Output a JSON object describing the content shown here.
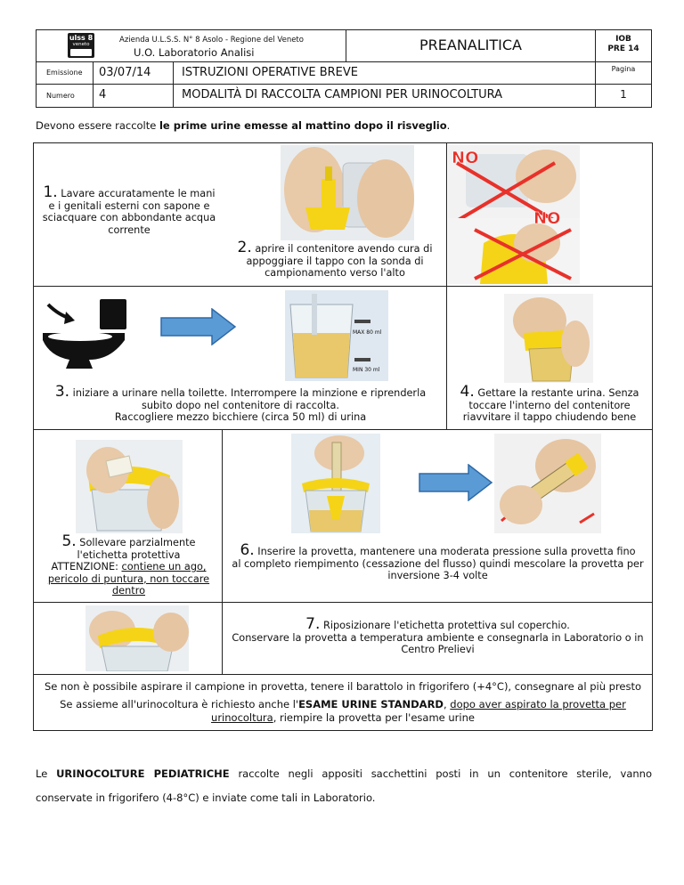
{
  "header": {
    "logo": {
      "line1": "ulss 8",
      "line2": "veneto"
    },
    "org": "Azienda U.L.S.S. N° 8   Asolo - Regione del Veneto",
    "unit": "U.O. Laboratorio Analisi",
    "title": "PREANALITICA",
    "code_line1": "IOB",
    "code_line2": "PRE 14",
    "emissione_label": "Emissione",
    "emissione_value": "03/07/14",
    "row1_text": "ISTRUZIONI OPERATIVE BREVE",
    "pagina_label": "Pagina",
    "numero_label": "Numero",
    "numero_value": "4",
    "row2_text": "MODALITÀ DI RACCOLTA CAMPIONI PER URINOCOLTURA",
    "page_number": "1"
  },
  "intro": {
    "prefix": "Devono essere raccolte ",
    "bold": "le prime urine emesse al mattino dopo il risveglio",
    "suffix": "."
  },
  "steps": {
    "s1": {
      "num": "1.",
      "first": " Lavare accuratamente le mani",
      "rest1": "e i genitali esterni con sapone e",
      "rest2": "sciacquare con abbondante acqua",
      "rest3": "corrente"
    },
    "s2": {
      "num": "2.",
      "first": " aprire il contenitore avendo cura di",
      "rest1": "appoggiare il tappo con la sonda di",
      "rest2": "campionamento verso l'alto"
    },
    "s3": {
      "num": "3.",
      "first": " iniziare a urinare nella toilette. Interrompere la minzione e riprenderla",
      "rest1": "subito dopo nel contenitore di raccolta.",
      "rest2": "Raccogliere mezzo bicchiere (circa 50 ml) di urina"
    },
    "s4": {
      "num": "4.",
      "first": " Gettare la restante urina. Senza",
      "rest1": "toccare l'interno del contenitore",
      "rest2": "riavvitare il tappo chiudendo bene"
    },
    "s5": {
      "num": "5.",
      "first": " Sollevare parzialmente",
      "rest1": "l'etichetta protettiva",
      "rest2a": "ATTENZIONE: ",
      "rest2b": "contiene un ago,",
      "rest3": "pericolo di puntura, non toccare ",
      "rest4": "dentro"
    },
    "s6": {
      "num": "6.",
      "first": " Inserire la provetta, mantenere una moderata pressione sulla provetta fino",
      "rest1": "al completo riempimento (cessazione del flusso) quindi mescolare la provetta per",
      "rest2": "inversione 3-4 volte"
    },
    "s7": {
      "num": "7.",
      "first": " Riposizionare l'etichetta protettiva sul coperchio.",
      "rest1": "Conservare la provetta a temperatura ambiente e consegnarla in Laboratorio o in",
      "rest2": "Centro Prelievi"
    }
  },
  "photo_labels": {
    "no1": "NO",
    "no2": "NO",
    "max": "MAX 80 ml",
    "min": "MIN 30 ml"
  },
  "notes": {
    "n1": "Se non è possibile aspirare il campione in provetta, tenere il barattolo in frigorifero (+4°C), consegnare al più presto",
    "n2a": "Se assieme all'urinocoltura è richiesto anche l'",
    "n2b": "ESAME URINE STANDARD",
    "n2c": ", ",
    "n2d": "dopo aver aspirato la provetta per ",
    "n2e": "urinocoltura",
    "n2f": ", riempire la provetta per l'esame urine"
  },
  "footer": {
    "pre": "Le ",
    "bold": "URINOCOLTURE PEDIATRICHE",
    "line1": " raccolte negli appositi sacchettini posti in un contenitore sterile, vanno",
    "line2": "conservate in frigorifero (4-8°C) e inviate come tali in Laboratorio."
  },
  "colors": {
    "arrow": "#5b9bd5",
    "arrow_border": "#2e6aa8",
    "no_red": "#e8312a",
    "cap_yellow": "#f5d417"
  }
}
